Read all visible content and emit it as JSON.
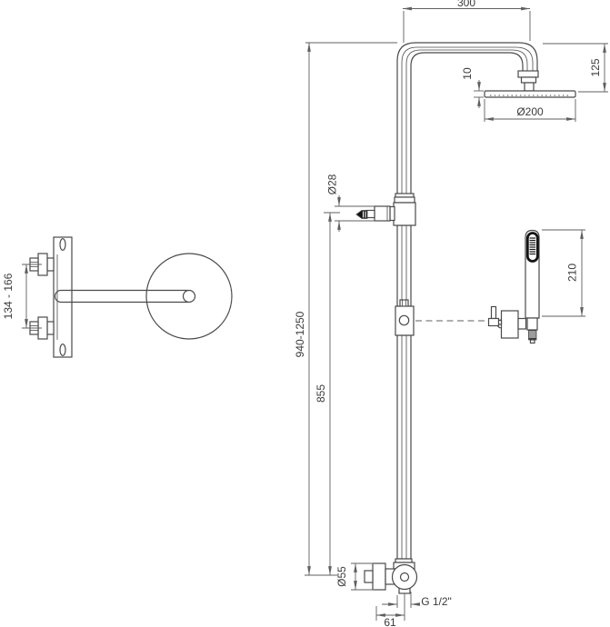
{
  "colors": {
    "background": "#ffffff",
    "part_line": "#4a4a4a",
    "dim_line": "#5f5f5f",
    "text": "#3a3a3a",
    "spray_face": "#141414"
  },
  "dimensions": {
    "arm_reach": "300",
    "head_to_arm_drop": "125",
    "head_thickness": "10",
    "head_diameter": "Ø200",
    "diverter_knob_diameter": "Ø28",
    "handshower_length": "210",
    "total_height": "940-1250",
    "rail_length": "855",
    "inlet_spacing": "134 - 166",
    "escutcheon_diameter": "Ø55",
    "connection_thread": "G 1/2\"",
    "wall_offset": "61"
  }
}
